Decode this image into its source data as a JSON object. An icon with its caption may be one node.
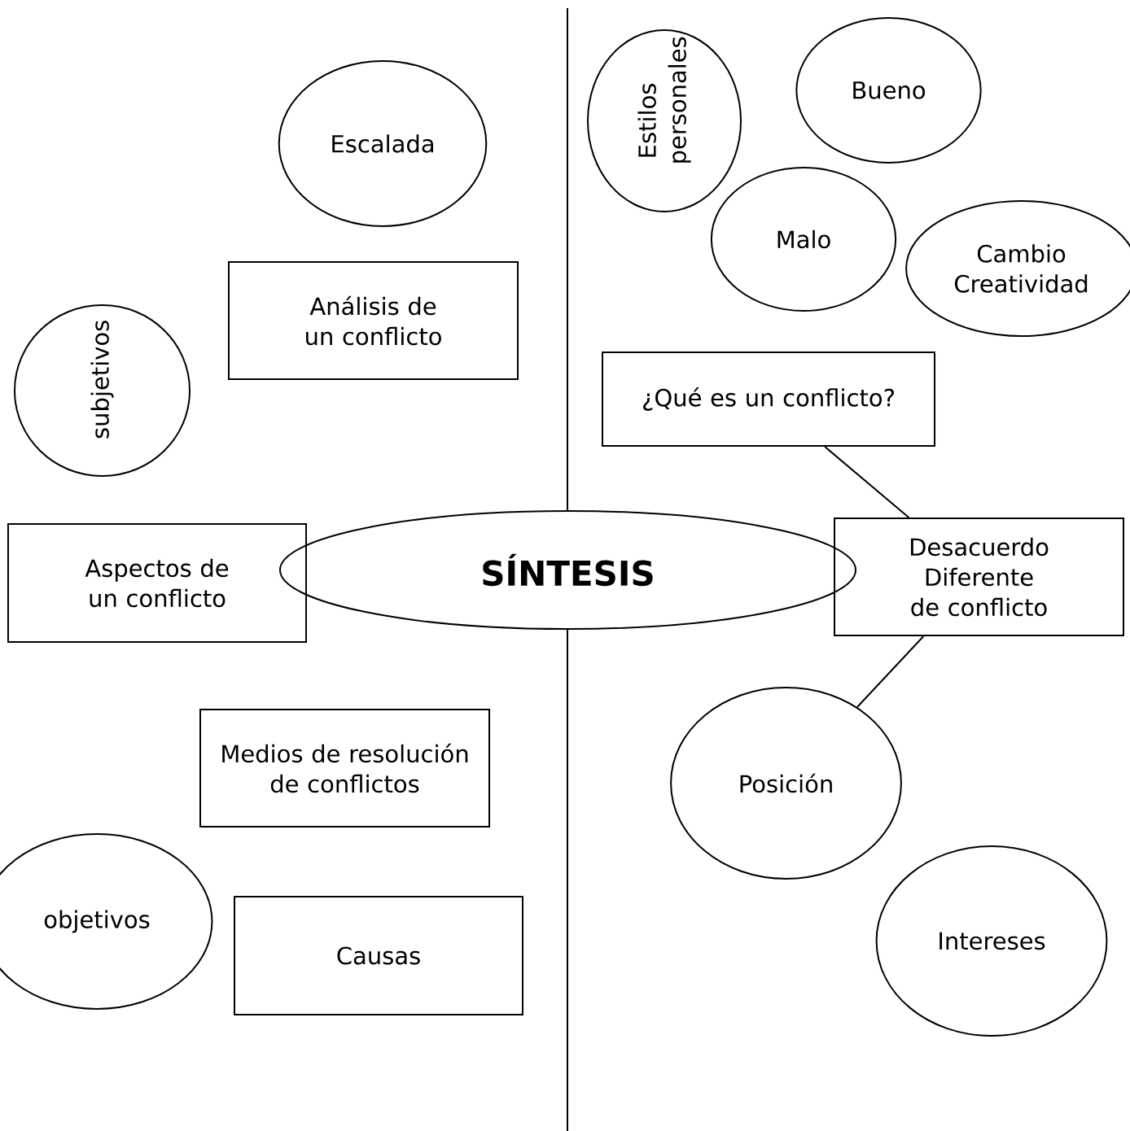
{
  "diagram": {
    "nodes": [
      {
        "text": [
          "Escalada"
        ]
      },
      {
        "text": [
          "Estilos personales"
        ]
      },
      {
        "text": [
          "Bueno"
        ]
      },
      {
        "text": [
          "Malo"
        ]
      },
      {
        "text": [
          "Cambio Creatividad"
        ]
      },
      {
        "text": [
          "Análisis de un conflicto"
        ]
      },
      {
        "text": [
          "subjetivos"
        ]
      },
      {
        "text": [
          "¿Qué es un conflicto?"
        ]
      },
      {
        "text": [
          "Aspectos de un conflicto"
        ]
      },
      {
        "text": [
          "SÍNTESIS"
        ]
      },
      {
        "text": [
          "Desacuerdo Diferente de conflicto"
        ]
      },
      {
        "text": [
          "Medios de resolución de conflictos"
        ]
      },
      {
        "text": [
          "Posición"
        ]
      },
      {
        "text": [
          "objetivos"
        ]
      },
      {
        "text": [
          "Causas"
        ]
      },
      {
        "text": [
          "Intereses"
        ]
      }
    ],
    "edges": [
      {
        "from": 7,
        "to": 10,
        "arrow": "none"
      },
      {
        "from": 10,
        "to": 12,
        "arrow": "none"
      }
    ]
  }
}
